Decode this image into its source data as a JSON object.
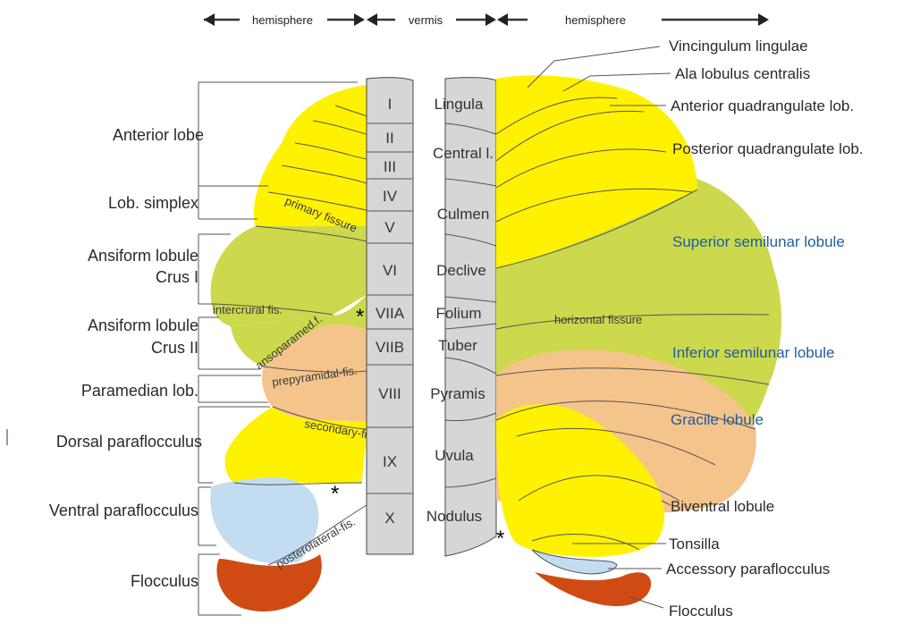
{
  "header": {
    "left": "hemisphere",
    "middle": "vermis",
    "right": "hemisphere"
  },
  "left_labels": {
    "anterior_lobe": "Anterior lobe",
    "lob_simplex": "Lob. simplex",
    "ansiform_crus1_a": "Ansiform lobule",
    "ansiform_crus1_b": "Crus I",
    "ansiform_crus2_a": "Ansiform lobule",
    "ansiform_crus2_b": "Crus II",
    "paramedian": "Paramedian lob.",
    "dorsal_paraflocculus": "Dorsal paraflocculus",
    "ventral_paraflocculus": "Ventral paraflocculus",
    "flocculus": "Flocculus"
  },
  "vermis_numerals": [
    "I",
    "II",
    "III",
    "IV",
    "V",
    "VI",
    "VIIA",
    "VIIB",
    "VIII",
    "IX",
    "X"
  ],
  "vermis_names": [
    "Lingula",
    "Central l.",
    "Culmen",
    "Declive",
    "Folium",
    "Tuber",
    "Pyramis",
    "Uvula",
    "Nodulus"
  ],
  "fissures": {
    "primary": "primary fissure",
    "intercrural": "intercrural fis.",
    "ansoparamed": "ansoparamed.f.",
    "prepyramidal": "prepyramidal-fis.",
    "secondary": "secondary-fis.",
    "posterolateral": "posterolateral-fis.",
    "horizontal": "horizontal fissure"
  },
  "right_labels": {
    "vincingulum": "Vincingulum lingulae",
    "ala": "Ala lobulus centralis",
    "anterior_quad": "Anterior quadrangulate lob.",
    "posterior_quad": "Posterior quadrangulate lob.",
    "superior_semilunar": "Superior semilunar lobule",
    "inferior_semilunar": "Inferior semilunar lobule",
    "gracile": "Gracile lobule",
    "biventral": "Biventral lobule",
    "tonsilla": "Tonsilla",
    "accessory_paraflocculus": "Accessory paraflocculus",
    "flocculus": "Flocculus"
  },
  "asterisk": "*",
  "colors": {
    "yellow": "#fff200",
    "olive": "#ccd94c",
    "peach": "#f5c48a",
    "blue": "#c2dcf2",
    "red": "#d04a14",
    "vermis": "#d6d6d6"
  }
}
